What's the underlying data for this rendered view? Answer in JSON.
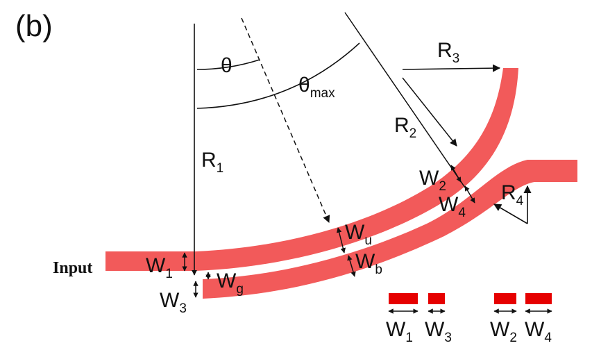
{
  "panel_label": "(b)",
  "input_label": "Input",
  "labels": {
    "theta": "θ",
    "theta_max": {
      "base": "θ",
      "sub": "max"
    },
    "R1": {
      "base": "R",
      "sub": "1"
    },
    "R2": {
      "base": "R",
      "sub": "2"
    },
    "R3": {
      "base": "R",
      "sub": "3"
    },
    "R4": {
      "base": "R",
      "sub": "4"
    },
    "W1": {
      "base": "W",
      "sub": "1"
    },
    "W2": {
      "base": "W",
      "sub": "2"
    },
    "W3": {
      "base": "W",
      "sub": "3"
    },
    "W4": {
      "base": "W",
      "sub": "4"
    },
    "Wg": {
      "base": "W",
      "sub": "g"
    },
    "Wu": {
      "base": "W",
      "sub": "u"
    },
    "Wb": {
      "base": "W",
      "sub": "b"
    }
  },
  "cross_section_legend": [
    {
      "base": "W",
      "sub": "1"
    },
    {
      "base": "W",
      "sub": "3"
    },
    {
      "base": "W",
      "sub": "2"
    },
    {
      "base": "W",
      "sub": "4"
    }
  ],
  "colors": {
    "waveguide": "#f25a5a",
    "cross_section": "#e60000",
    "line": "#111111"
  }
}
